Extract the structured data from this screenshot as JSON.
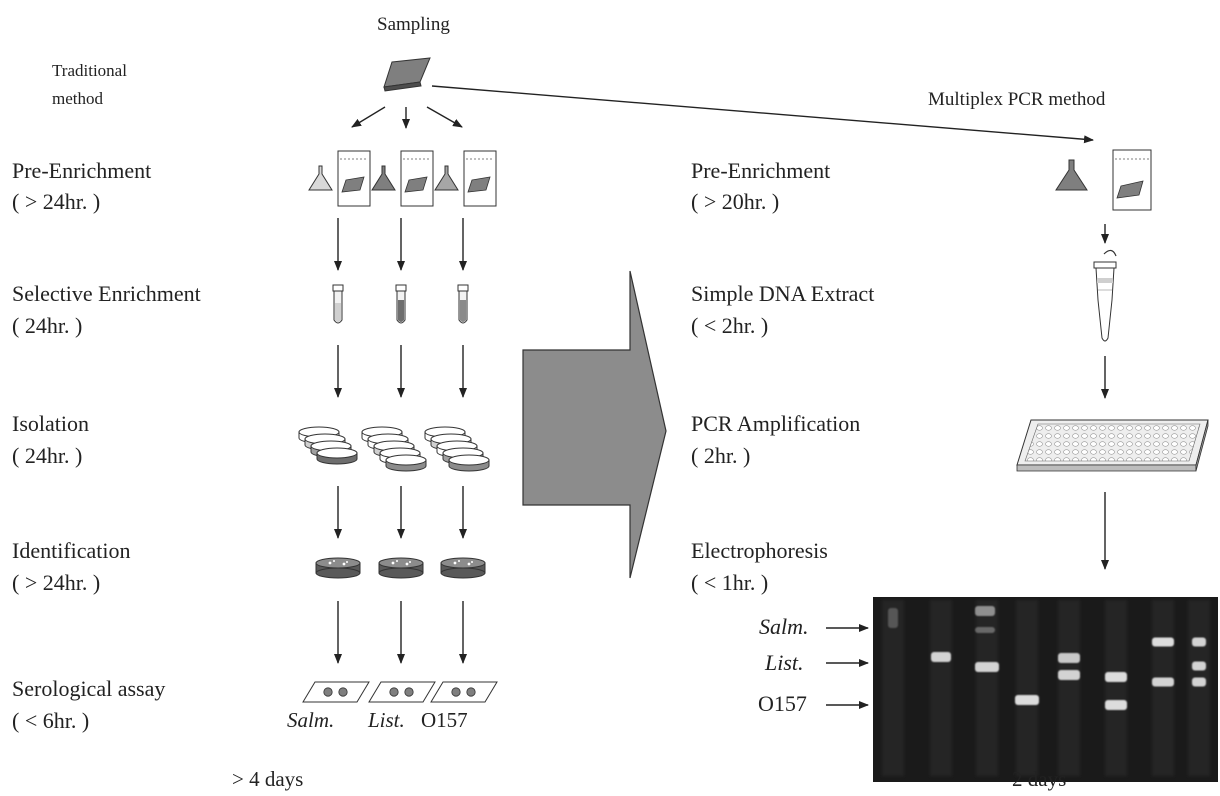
{
  "header": {
    "sampling": "Sampling",
    "traditional": [
      "Traditional",
      "method"
    ],
    "multiplex": "Multiplex PCR method"
  },
  "traditional_steps": [
    {
      "name": "Pre-Enrichment",
      "duration": "( > 24hr. )"
    },
    {
      "name": "Selective Enrichment",
      "duration": "( 24hr. )"
    },
    {
      "name": "Isolation",
      "duration": "( 24hr. )"
    },
    {
      "name": "Identification",
      "duration": "( > 24hr. )"
    },
    {
      "name": "Serological assay",
      "duration": "( < 6hr. )"
    }
  ],
  "pcr_steps": [
    {
      "name": "Pre-Enrichment",
      "duration": "( > 20hr. )"
    },
    {
      "name": "Simple DNA Extract",
      "duration": "( < 2hr. )"
    },
    {
      "name": "PCR Amplification",
      "duration": "( 2hr. )"
    },
    {
      "name": "Electrophoresis",
      "duration": "( < 1hr. )"
    }
  ],
  "organisms": {
    "salm": "Salm.",
    "list": "List.",
    "o157": "O157"
  },
  "totals": {
    "traditional": "> 4 days",
    "pcr": "2 days"
  },
  "colors": {
    "big_arrow": "#8c8c8c",
    "gel_bg": "#1a1a1a",
    "gel_band": "#e6e6e6"
  }
}
